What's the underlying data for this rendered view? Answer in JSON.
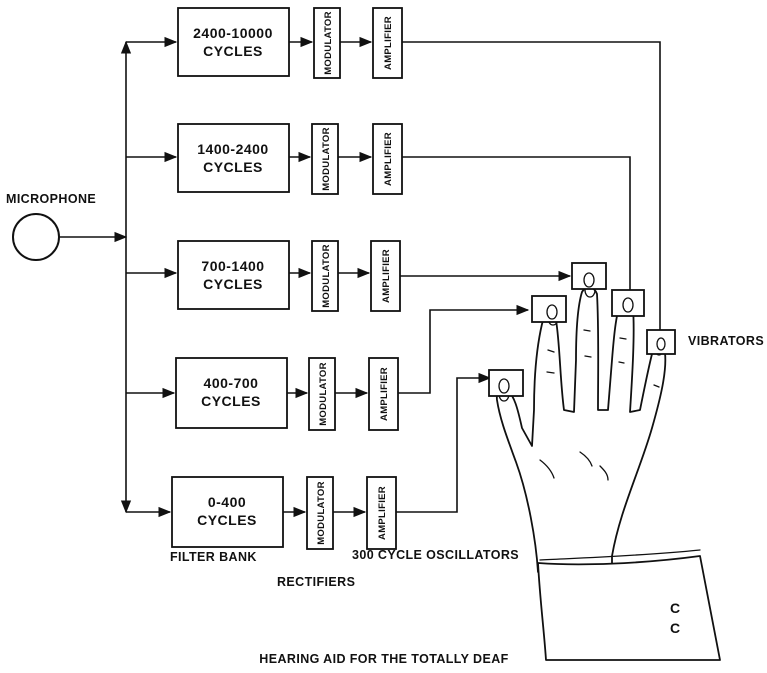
{
  "filters": [
    {
      "line1": "2400-10000",
      "line2": "CYCLES"
    },
    {
      "line1": "1400-2400",
      "line2": "CYCLES"
    },
    {
      "line1": "700-1400",
      "line2": "CYCLES"
    },
    {
      "line1": "400-700",
      "line2": "CYCLES"
    },
    {
      "line1": "0-400",
      "line2": "CYCLES"
    }
  ],
  "modulator_label": "MODULATOR",
  "amplifier_label": "AMPLIFIER",
  "microphone_label": "MICROPHONE",
  "vibrators_label": "VIBRATORS",
  "filter_bank_label": "FILTER BANK",
  "rectifiers_label": "RECTIFIERS",
  "oscillators_label": "300 CYCLE OSCILLATORS",
  "caption": "HEARING AID FOR THE TOTALLY DEAF"
}
